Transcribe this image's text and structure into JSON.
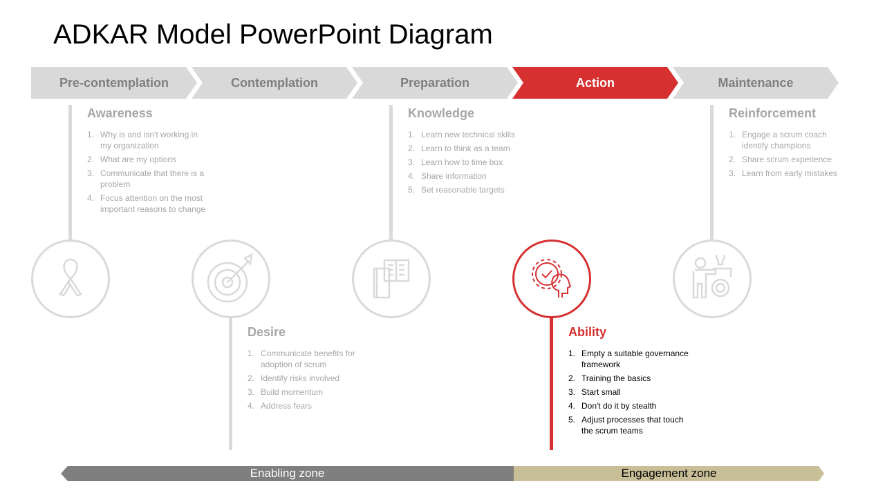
{
  "title": "ADKAR Model PowerPoint Diagram",
  "stages": [
    "Pre-contemplation",
    "Contemplation",
    "Preparation",
    "Action",
    "Maintenance"
  ],
  "blocks": {
    "awareness": {
      "heading": "Awareness",
      "items": [
        "Why is and isn't working in my organization",
        "What are my options",
        "Communicate that there is a problem",
        "Focus attention on the most important reasons to change"
      ]
    },
    "desire": {
      "heading": "Desire",
      "items": [
        "Communicate benefits for adoption of scrum",
        "Identify risks involved",
        "Build momentum",
        "Address fears"
      ]
    },
    "knowledge": {
      "heading": "Knowledge",
      "items": [
        "Learn new technical skills",
        "Learn to think as a team",
        "Learn how to time box",
        "Share information",
        "Set reasonable targets"
      ]
    },
    "ability": {
      "heading": "Ability",
      "items": [
        "Empty a suitable governance  framework",
        "Training  the basics",
        "Start small",
        "Don't do it by stealth",
        "Adjust processes that touch the scrum teams"
      ]
    },
    "reinforcement": {
      "heading": "Reinforcement",
      "items": [
        "Engage a scrum coach identify champions",
        "Share scrum experience",
        "Learn from early mistakes"
      ]
    }
  },
  "zones": {
    "enabling": "Enabling zone",
    "engagement": "Engagement zone"
  },
  "colors": {
    "accent": "#d63031",
    "gray": "#d9d9d9",
    "enabling": "#7f7f7f",
    "engagement": "#c8bf98"
  }
}
